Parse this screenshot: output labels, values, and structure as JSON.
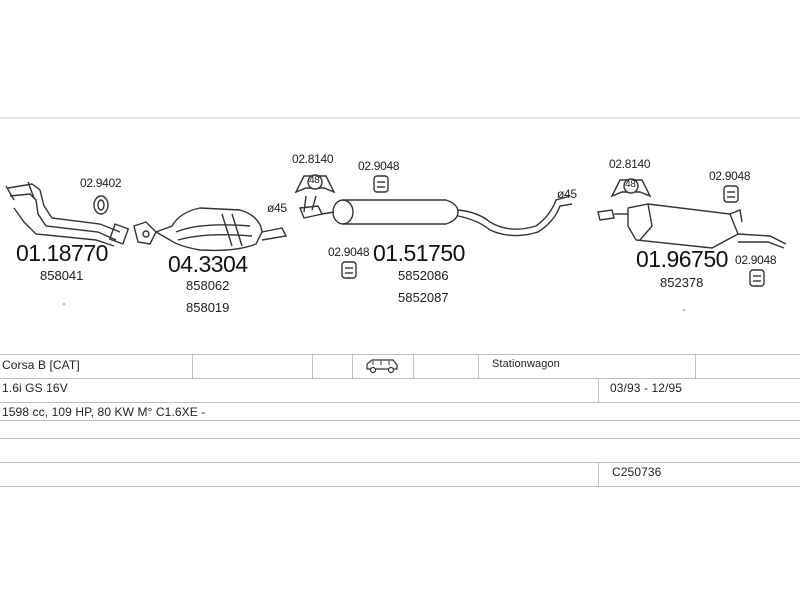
{
  "parts": {
    "downpipe": {
      "number": "01.18770",
      "oem": [
        "858041"
      ]
    },
    "catalyst": {
      "number": "04.3304",
      "oem": [
        "858062",
        "858019"
      ]
    },
    "middle_silencer": {
      "number": "01.51750",
      "oem": [
        "5852086",
        "5852087"
      ]
    },
    "rear_silencer": {
      "number": "01.96750",
      "oem": [
        "852378"
      ]
    }
  },
  "accessories": {
    "a1": "02.9402",
    "a2": "02.8140",
    "a3": "02.9048",
    "a4": "02.9048",
    "a5": "02.8140",
    "a6": "02.9048",
    "a7": "02.9048"
  },
  "diameters": {
    "d1": "ø45",
    "d2": "ø45"
  },
  "hanger_badge": "48",
  "vehicle": {
    "model": "Corsa B  [CAT]",
    "body": "Stationwagon",
    "engine": "1.6i GS 16V",
    "years": "03/93 - 12/95",
    "spec": "1598 cc, 109 HP, 80 KW M° C1.6XE -",
    "code": "C250736"
  }
}
